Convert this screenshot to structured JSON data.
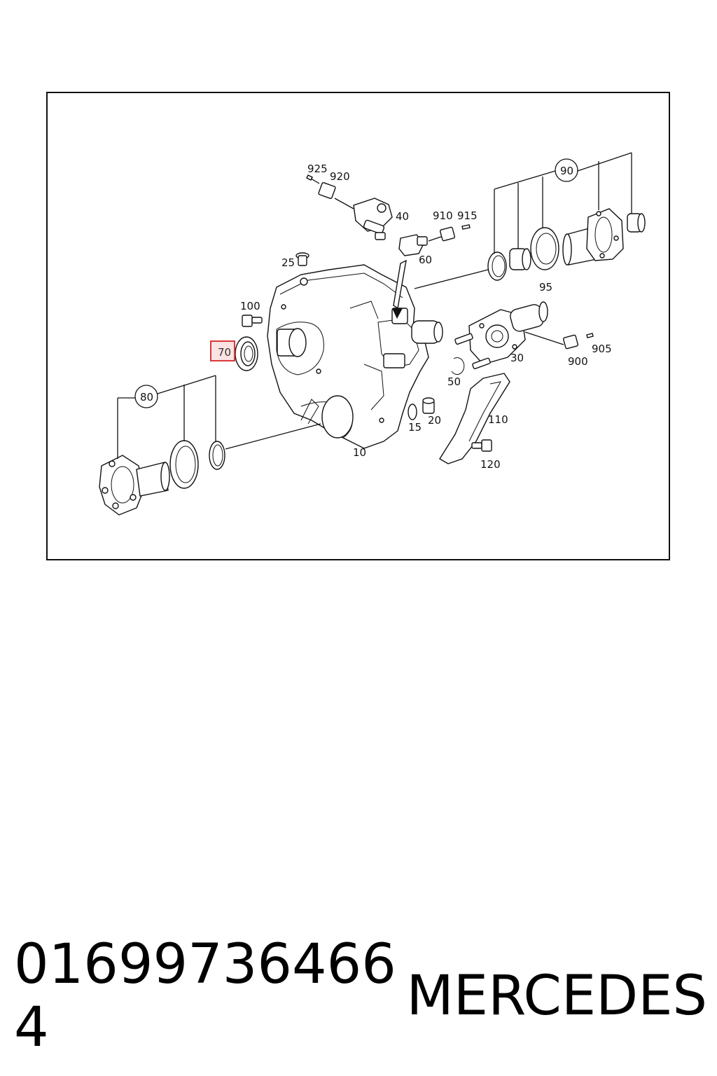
{
  "diagram": {
    "callouts": {
      "c925": "925",
      "c920": "920",
      "c40": "40",
      "c910": "910",
      "c915": "915",
      "c90": "90",
      "c60": "60",
      "c25": "25",
      "c95": "95",
      "c100": "100",
      "c70": "70",
      "c905": "905",
      "c30": "30",
      "c900": "900",
      "c50": "50",
      "c80": "80",
      "c15": "15",
      "c20": "20",
      "c110": "110",
      "c10": "10",
      "c120": "120"
    },
    "highlight_color": "#d9383a",
    "highlight_fill": "#fbe3e3"
  },
  "footer": {
    "part_number": "01699736466​4",
    "brand": "MERCEDES"
  }
}
